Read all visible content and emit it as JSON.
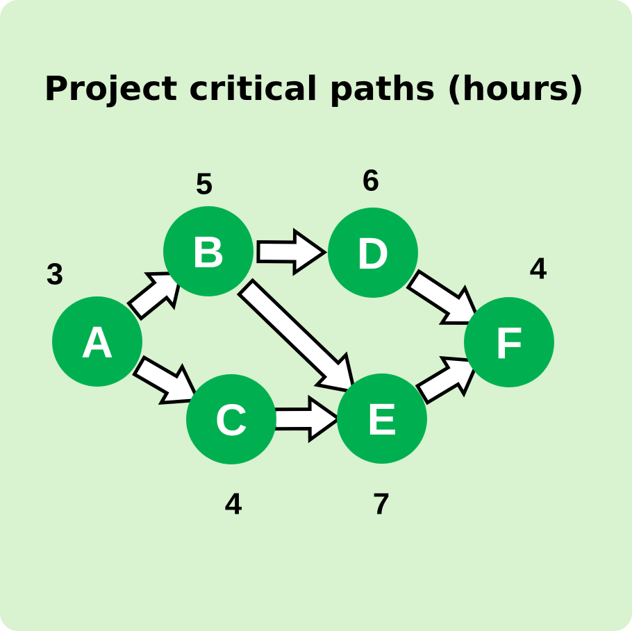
{
  "title": "Project critical paths (hours)",
  "colors": {
    "background": "#d9f2d0",
    "node_fill": "#00b050",
    "node_text": "#ffffff",
    "arrow_fill": "#ffffff",
    "arrow_stroke": "#000000",
    "text": "#000000"
  },
  "nodes": [
    {
      "id": "A",
      "label": "A",
      "duration": "3"
    },
    {
      "id": "B",
      "label": "B",
      "duration": "5"
    },
    {
      "id": "C",
      "label": "C",
      "duration": "4"
    },
    {
      "id": "D",
      "label": "D",
      "duration": "6"
    },
    {
      "id": "E",
      "label": "E",
      "duration": "7"
    },
    {
      "id": "F",
      "label": "F",
      "duration": "4"
    }
  ],
  "edges": [
    {
      "from": "A",
      "to": "B"
    },
    {
      "from": "A",
      "to": "C"
    },
    {
      "from": "B",
      "to": "D"
    },
    {
      "from": "B",
      "to": "E"
    },
    {
      "from": "C",
      "to": "E"
    },
    {
      "from": "D",
      "to": "F"
    },
    {
      "from": "E",
      "to": "F"
    }
  ]
}
